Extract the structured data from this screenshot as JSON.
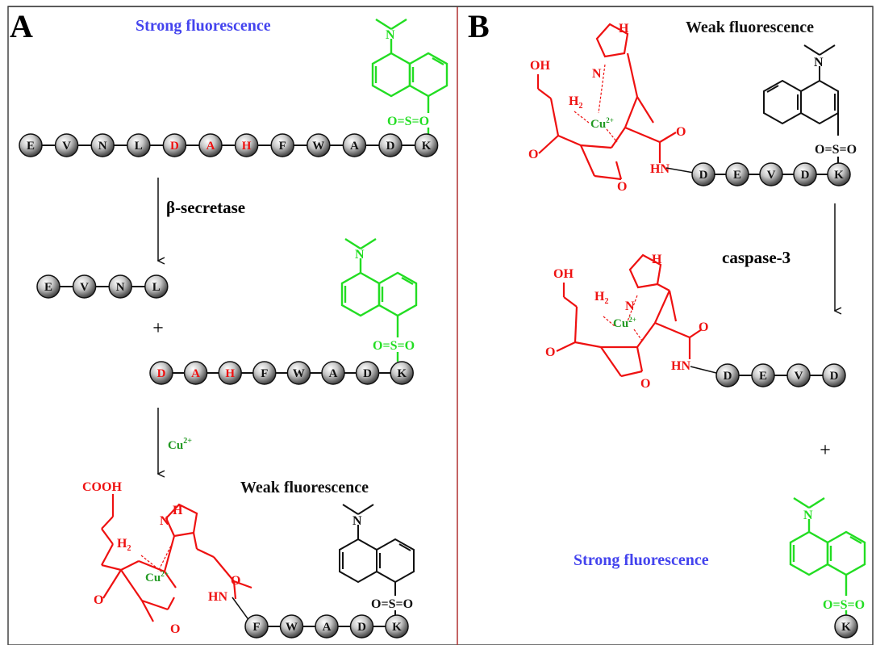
{
  "panels": {
    "a": {
      "letter": "A",
      "caption_top": "Strong fluorescence",
      "caption_bottom": "Weak fluorescence",
      "enzyme": "β-secretase",
      "reagent": {
        "base": "Cu",
        "sup": "2+"
      },
      "plus": "+",
      "chain_full": [
        "E",
        "V",
        "N",
        "L",
        "D",
        "A",
        "H",
        "F",
        "W",
        "A",
        "D",
        "K"
      ],
      "chain_n_fragment": [
        "E",
        "V",
        "N",
        "L"
      ],
      "chain_c_fragment": [
        "D",
        "A",
        "H",
        "F",
        "W",
        "A",
        "D",
        "K"
      ],
      "chain_final": [
        "F",
        "W",
        "A",
        "D",
        "K"
      ],
      "complex": {
        "acid": "COOH",
        "amine": "H",
        "amine_sub": "2",
        "imidazole_n": "N",
        "imidazole_nh": "H",
        "metal": "Cu",
        "metal_sup": "2+",
        "carbonyl": "O",
        "linker": "HN"
      }
    },
    "b": {
      "letter": "B",
      "caption_top": "Weak fluorescence",
      "caption_bottom": "Strong fluorescence",
      "enzyme": "caspase-3",
      "plus": "+",
      "chain_full": [
        "D",
        "E",
        "V",
        "D",
        "K"
      ],
      "chain_fragment": [
        "D",
        "E",
        "V",
        "D"
      ],
      "free_lysine": [
        "K"
      ],
      "complex": {
        "hydroxyl": "OH",
        "amine": "H",
        "amine_sub": "2",
        "imidazole_n": "N",
        "imidazole_nh": "H",
        "metal": "Cu",
        "metal_sup": "2+",
        "carbonyl": "O",
        "linker": "HN"
      }
    }
  },
  "dansyl": {
    "amine": "N",
    "sulfonyl": "O=S=O"
  },
  "colors": {
    "fluorescent": "#22dd22",
    "quenched": "#111111",
    "complex": "#ee1111",
    "caption_blue": "#4444ee",
    "copper": "#229922",
    "divider": "#b03030",
    "bead_fill_light": "#ffffff",
    "bead_fill_dark": "#444444",
    "red_residue": "#ee1111"
  },
  "red_residues": [
    "D5",
    "A6",
    "H7"
  ]
}
